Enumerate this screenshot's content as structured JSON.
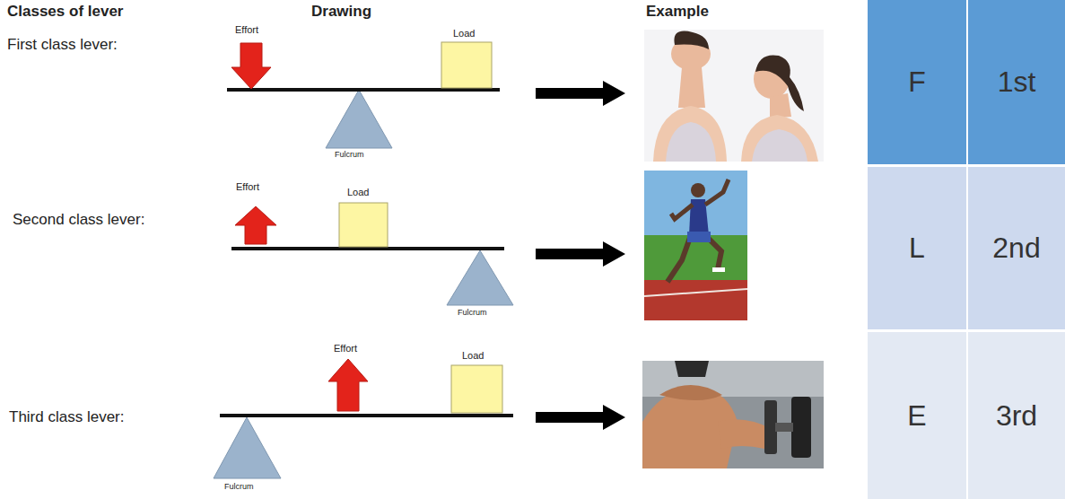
{
  "diagram": {
    "nodes": [
      {
        "text": [
          "F"
        ]
      },
      {
        "text": [
          "1st"
        ]
      },
      {
        "text": [
          "L"
        ]
      },
      {
        "text": [
          "2nd"
        ]
      },
      {
        "text": [
          "E"
        ]
      },
      {
        "text": [
          "3rd"
        ]
      }
    ],
    "labels": [
      "Classes of lever",
      "Drawing",
      "Example",
      "First class lever:",
      "Effort",
      "Load",
      "Fulcrum",
      "Second class lever:",
      "Effort",
      "Load",
      "Fulcrum",
      "Third class lever:",
      "Effort",
      "Load",
      "Fulcrum"
    ]
  }
}
